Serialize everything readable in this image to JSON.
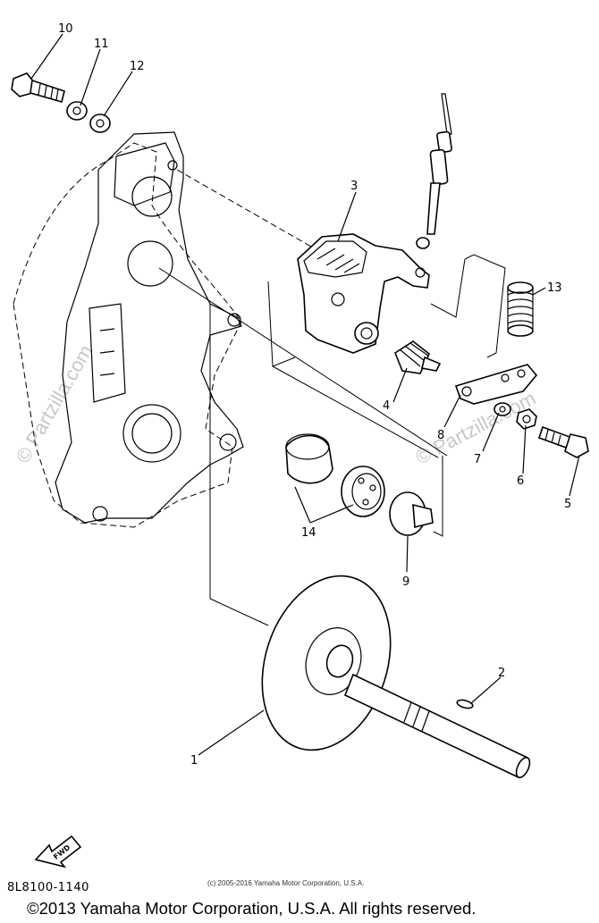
{
  "callouts": [
    "1",
    "2",
    "3",
    "4",
    "5",
    "6",
    "7",
    "8",
    "9",
    "10",
    "11",
    "12",
    "13",
    "14"
  ],
  "watermark_text": "© Partzilla.com",
  "part_code": "8L8100-1140",
  "small_copyright": "(c) 2005-2016 Yamaha Motor Corporation, U.S.A.",
  "footer_copyright": "©2013 Yamaha Motor Corporation, U.S.A. All rights reserved.",
  "direction_arrow_text": "FWD",
  "icons": [
    "forward-arrow-icon",
    "copyright-icon"
  ]
}
